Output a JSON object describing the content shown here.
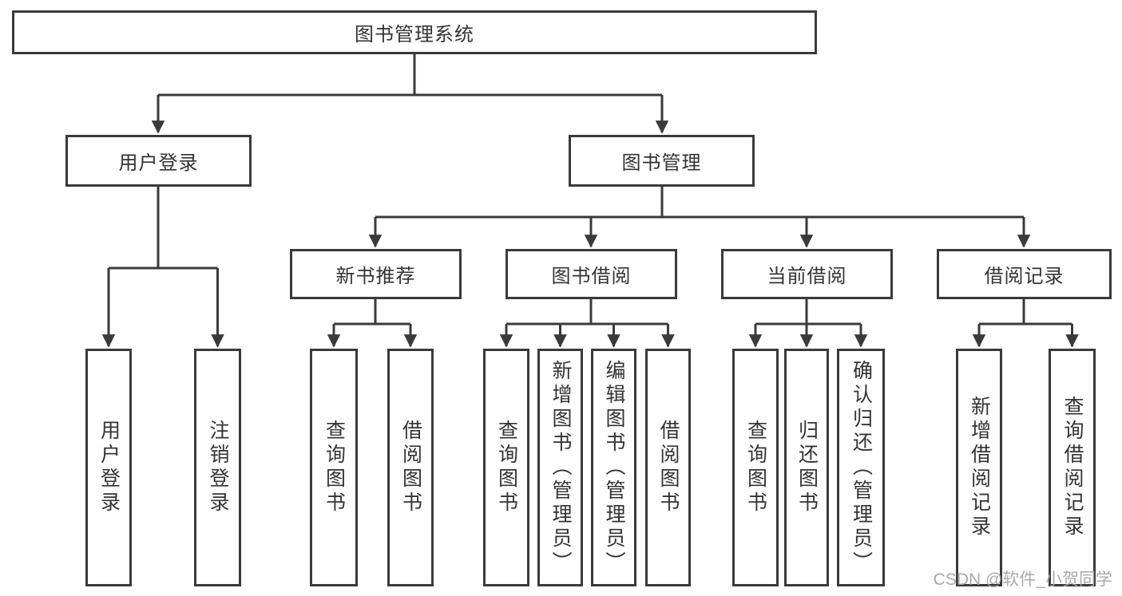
{
  "diagram": {
    "root": {
      "label": "图书管理系统"
    },
    "branches": [
      {
        "label": "用户登录",
        "children": [
          {
            "label": "用户登录"
          },
          {
            "label": "注销登录"
          }
        ]
      },
      {
        "label": "图书管理",
        "children": [
          {
            "label": "新书推荐",
            "children": [
              {
                "label": "查询图书"
              },
              {
                "label": "借阅图书"
              }
            ]
          },
          {
            "label": "图书借阅",
            "children": [
              {
                "label": "查询图书"
              },
              {
                "label": "新增图书（管理员）"
              },
              {
                "label": "编辑图书（管理员）"
              },
              {
                "label": "借阅图书"
              }
            ]
          },
          {
            "label": "当前借阅",
            "children": [
              {
                "label": "查询图书"
              },
              {
                "label": "归还图书"
              },
              {
                "label": "确认归还（管理员）"
              }
            ]
          },
          {
            "label": "借阅记录",
            "children": [
              {
                "label": "新增借阅记录"
              },
              {
                "label": "查询借阅记录"
              }
            ]
          }
        ]
      }
    ]
  },
  "watermark": {
    "text": "CSDN @软件_小贺同学"
  },
  "colors": {
    "line": "#3a3a3a",
    "text": "#333333",
    "watermark": "#a3a3a3",
    "background": "#ffffff"
  }
}
